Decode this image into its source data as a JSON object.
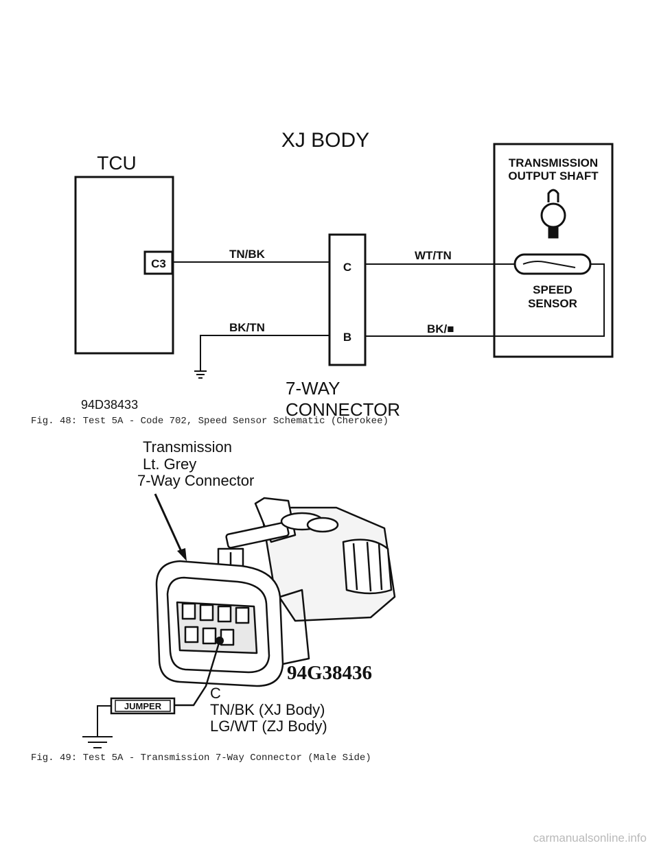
{
  "fig48": {
    "title": "XJ BODY",
    "tcu_label": "TCU",
    "tcu_pin": "C3",
    "wire_top_left": "TN/BK",
    "wire_bottom_left": "BK/TN",
    "connector_pin_c": "C",
    "connector_pin_b": "B",
    "connector_label_line1": "7-WAY",
    "connector_label_line2": "CONNECTOR",
    "wire_top_right": "WT/TN",
    "wire_bottom_right": "BK/■",
    "trans_label_line1": "TRANSMISSION",
    "trans_label_line2": "OUTPUT SHAFT",
    "sensor_label_line1": "SPEED",
    "sensor_label_line2": "SENSOR",
    "drawing_id": "94D38433",
    "caption": "Fig. 48:  Test 5A - Code 702, Speed Sensor Schematic (Cherokee)"
  },
  "fig49": {
    "callout_line1": "Transmission",
    "callout_line2": "Lt. Grey",
    "callout_line3": "7-Way Connector",
    "drawing_id": "94G38436",
    "jumper_label": "JUMPER",
    "pin_label": "C",
    "pin_wire_xj": "TN/BK (XJ Body)",
    "pin_wire_zj": "LG/WT (ZJ Body)",
    "caption": "Fig. 49:  Test 5A - Transmission 7-Way Connector (Male Side)"
  },
  "watermark": "carmanualsonline.info"
}
